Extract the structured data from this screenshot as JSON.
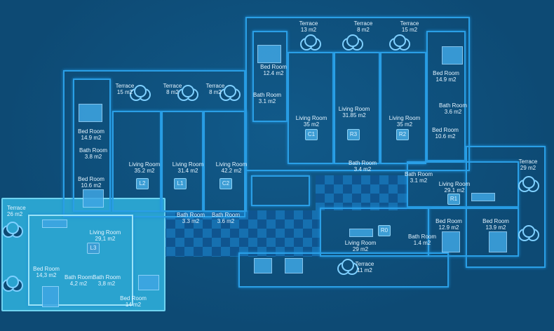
{
  "rooms": {
    "t26": {
      "name": "Terrace",
      "area": "26 m2"
    },
    "l3_living": {
      "name": "Living Room",
      "area": "29,1 m2"
    },
    "l3_bed1": {
      "name": "Bed Room",
      "area": "14,3 m2"
    },
    "l3_bath1": {
      "name": "Bath Room",
      "area": "4,2 m2"
    },
    "l3_bath2": {
      "name": "Bath Room",
      "area": "3,8 m2"
    },
    "l3_bed2": {
      "name": "Bed Room",
      "area": "14 m2"
    },
    "t15a": {
      "name": "Terrace",
      "area": "15 m2"
    },
    "t8a": {
      "name": "Terrace",
      "area": "8 m2"
    },
    "t8b": {
      "name": "Terrace",
      "area": "8 m2"
    },
    "l2_bed1": {
      "name": "Bed Room",
      "area": "14.9 m2"
    },
    "l2_bath": {
      "name": "Bath Room",
      "area": "3.8 m2"
    },
    "l2_bed2": {
      "name": "Bed Room",
      "area": "10.6 m2"
    },
    "l2_living": {
      "name": "Living Room",
      "area": "35.2  m2"
    },
    "l1_living": {
      "name": "Living Room",
      "area": "31.4  m2"
    },
    "c2_living": {
      "name": "Living Room",
      "area": "42.2  m2"
    },
    "l1_bath": {
      "name": "Bath Room",
      "area": "3.3 m2"
    },
    "c2_bath": {
      "name": "Bath Room",
      "area": "3.6 m2"
    },
    "t13": {
      "name": "Terrace",
      "area": "13 m2"
    },
    "t8c": {
      "name": "Terrace",
      "area": "8 m2"
    },
    "t15b": {
      "name": "Terrace",
      "area": "15 m2"
    },
    "c1_bed": {
      "name": "Bed Room",
      "area": "12.4 m2"
    },
    "c1_bath": {
      "name": "Bath Room",
      "area": "3.1 m2"
    },
    "c1_living": {
      "name": "Living Room",
      "area": "35  m2"
    },
    "r3_living": {
      "name": "Living Room",
      "area": "31.85 m2"
    },
    "r2_living": {
      "name": "Living Room",
      "area": "35 m2"
    },
    "r2_bed1": {
      "name": "Bed Room",
      "area": "14.9 m2"
    },
    "r2_bath": {
      "name": "Bath Room",
      "area": "3.6 m2"
    },
    "r2_bed2": {
      "name": "Bed Room",
      "area": "10.6 m2"
    },
    "r3_bath": {
      "name": "Bath Room",
      "area": "3.4 m2"
    },
    "r1_bath": {
      "name": "Bath Room",
      "area": "3.1 m2"
    },
    "r1_living": {
      "name": "Living Room",
      "area": "29.1 m2"
    },
    "t29": {
      "name": "Terrace",
      "area": "29 m2"
    },
    "r1_bed1": {
      "name": "Bed Room",
      "area": "12.9 m2"
    },
    "r1_bed2": {
      "name": "Bed Room",
      "area": "13.9 m2"
    },
    "r0_bath": {
      "name": "Bath Room",
      "area": "1.4 m2"
    },
    "r0_living": {
      "name": "Living Room",
      "area": "29 m2"
    },
    "t11": {
      "name": "Terrace",
      "area": "11 m2"
    }
  },
  "units": {
    "l3": "L3",
    "l2": "L2",
    "l1": "L1",
    "c2": "C2",
    "c1": "C1",
    "r3": "R3",
    "r2": "R2",
    "r1": "R1",
    "r0": "R0"
  },
  "colors": {
    "background": "#0d4a74",
    "wall": "#2a9fe6",
    "highlight": "#2aa3cf"
  }
}
